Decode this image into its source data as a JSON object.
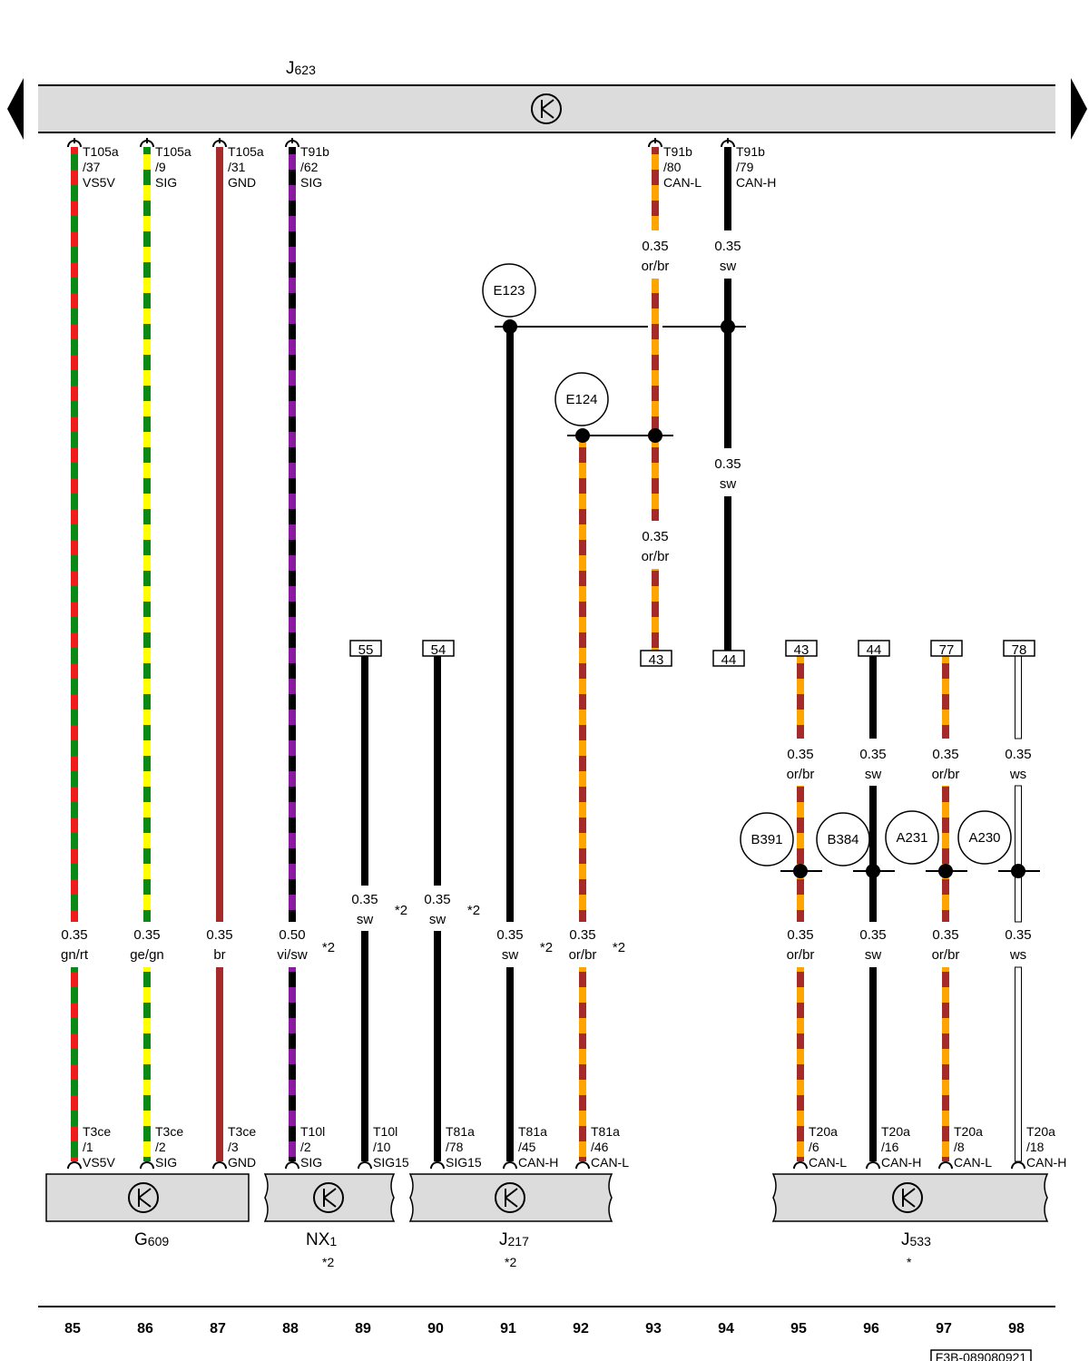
{
  "ecu_main": {
    "label": "J",
    "sub": "623"
  },
  "colors": {
    "gn": "#0a8a14",
    "rt": "#ee1c1c",
    "ge": "#ffff00",
    "br": "#a52a2a",
    "vi": "#8a1aa0",
    "sw": "#000000",
    "or": "#ffa500",
    "box_fill": "#dcdcdc"
  },
  "upper_wires": [
    {
      "pin": [
        "T105a",
        "/37",
        "VS5V"
      ],
      "gauge": "0.35",
      "color": "gn/rt"
    },
    {
      "pin": [
        "T105a",
        "/9",
        "SIG"
      ],
      "gauge": "0.35",
      "color": "ge/gn"
    },
    {
      "pin": [
        "T105a",
        "/31",
        "GND"
      ],
      "gauge": "0.35",
      "color": "br"
    },
    {
      "pin": [
        "T91b",
        "/62",
        "SIG"
      ],
      "gauge": "0.50",
      "color": "vi/sw",
      "note": "*2"
    },
    {
      "pin": [
        "T91b",
        "/80",
        "CAN-L"
      ],
      "gauge": "0.35",
      "color": "or/br"
    },
    {
      "pin": [
        "T91b",
        "/79",
        "CAN-H"
      ],
      "gauge": "0.35",
      "color": "sw"
    }
  ],
  "mid_labels": [
    {
      "gauge": "0.35",
      "color": "or/br"
    },
    {
      "gauge": "0.35",
      "color": "sw"
    },
    {
      "gauge": "0.35",
      "color": "or/br"
    },
    {
      "gauge": "0.35",
      "color": "sw",
      "note": "*2"
    },
    {
      "gauge": "0.35",
      "color": "sw",
      "note": "*2"
    },
    {
      "gauge": "0.35",
      "color": "sw",
      "note": "*2"
    },
    {
      "gauge": "0.35",
      "color": "or/br",
      "note": "*2"
    }
  ],
  "splices": [
    "E123",
    "E124",
    "B391",
    "B384",
    "A231",
    "A230"
  ],
  "connector_refs": [
    "55",
    "54",
    "43",
    "44",
    "43",
    "44",
    "77",
    "78"
  ],
  "right_wires": [
    {
      "upper": {
        "gauge": "0.35",
        "color": "or/br"
      },
      "lower": {
        "gauge": "0.35",
        "color": "or/br"
      },
      "pin": [
        "T20a",
        "/6",
        "CAN-L"
      ]
    },
    {
      "upper": {
        "gauge": "0.35",
        "color": "sw"
      },
      "lower": {
        "gauge": "0.35",
        "color": "sw"
      },
      "pin": [
        "T20a",
        "/16",
        "CAN-H"
      ]
    },
    {
      "upper": {
        "gauge": "0.35",
        "color": "or/br"
      },
      "lower": {
        "gauge": "0.35",
        "color": "or/br"
      },
      "pin": [
        "T20a",
        "/8",
        "CAN-L"
      ]
    },
    {
      "upper": {
        "gauge": "0.35",
        "color": "ws"
      },
      "lower": {
        "gauge": "0.35",
        "color": "ws"
      },
      "pin": [
        "T20a",
        "/18",
        "CAN-H"
      ]
    }
  ],
  "bottom_pins": [
    [
      "T3ce",
      "/1",
      "VS5V"
    ],
    [
      "T3ce",
      "/2",
      "SIG"
    ],
    [
      "T3ce",
      "/3",
      "GND"
    ],
    [
      "T10l",
      "/2",
      "SIG"
    ],
    [
      "T10l",
      "/10",
      "SIG15"
    ],
    [
      "T81a",
      "/78",
      "SIG15"
    ],
    [
      "T81a",
      "/45",
      "CAN-H"
    ],
    [
      "T81a",
      "/46",
      "CAN-L"
    ]
  ],
  "components": [
    {
      "name": "G",
      "sub": "609",
      "note": ""
    },
    {
      "name": "NX",
      "sub": "1",
      "note": "*2"
    },
    {
      "name": "J",
      "sub": "217",
      "note": "*2"
    },
    {
      "name": "J",
      "sub": "533",
      "note": "*"
    }
  ],
  "columns": [
    "85",
    "86",
    "87",
    "88",
    "89",
    "90",
    "91",
    "92",
    "93",
    "94",
    "95",
    "96",
    "97",
    "98"
  ],
  "diagram_code": "F3B-089080921"
}
